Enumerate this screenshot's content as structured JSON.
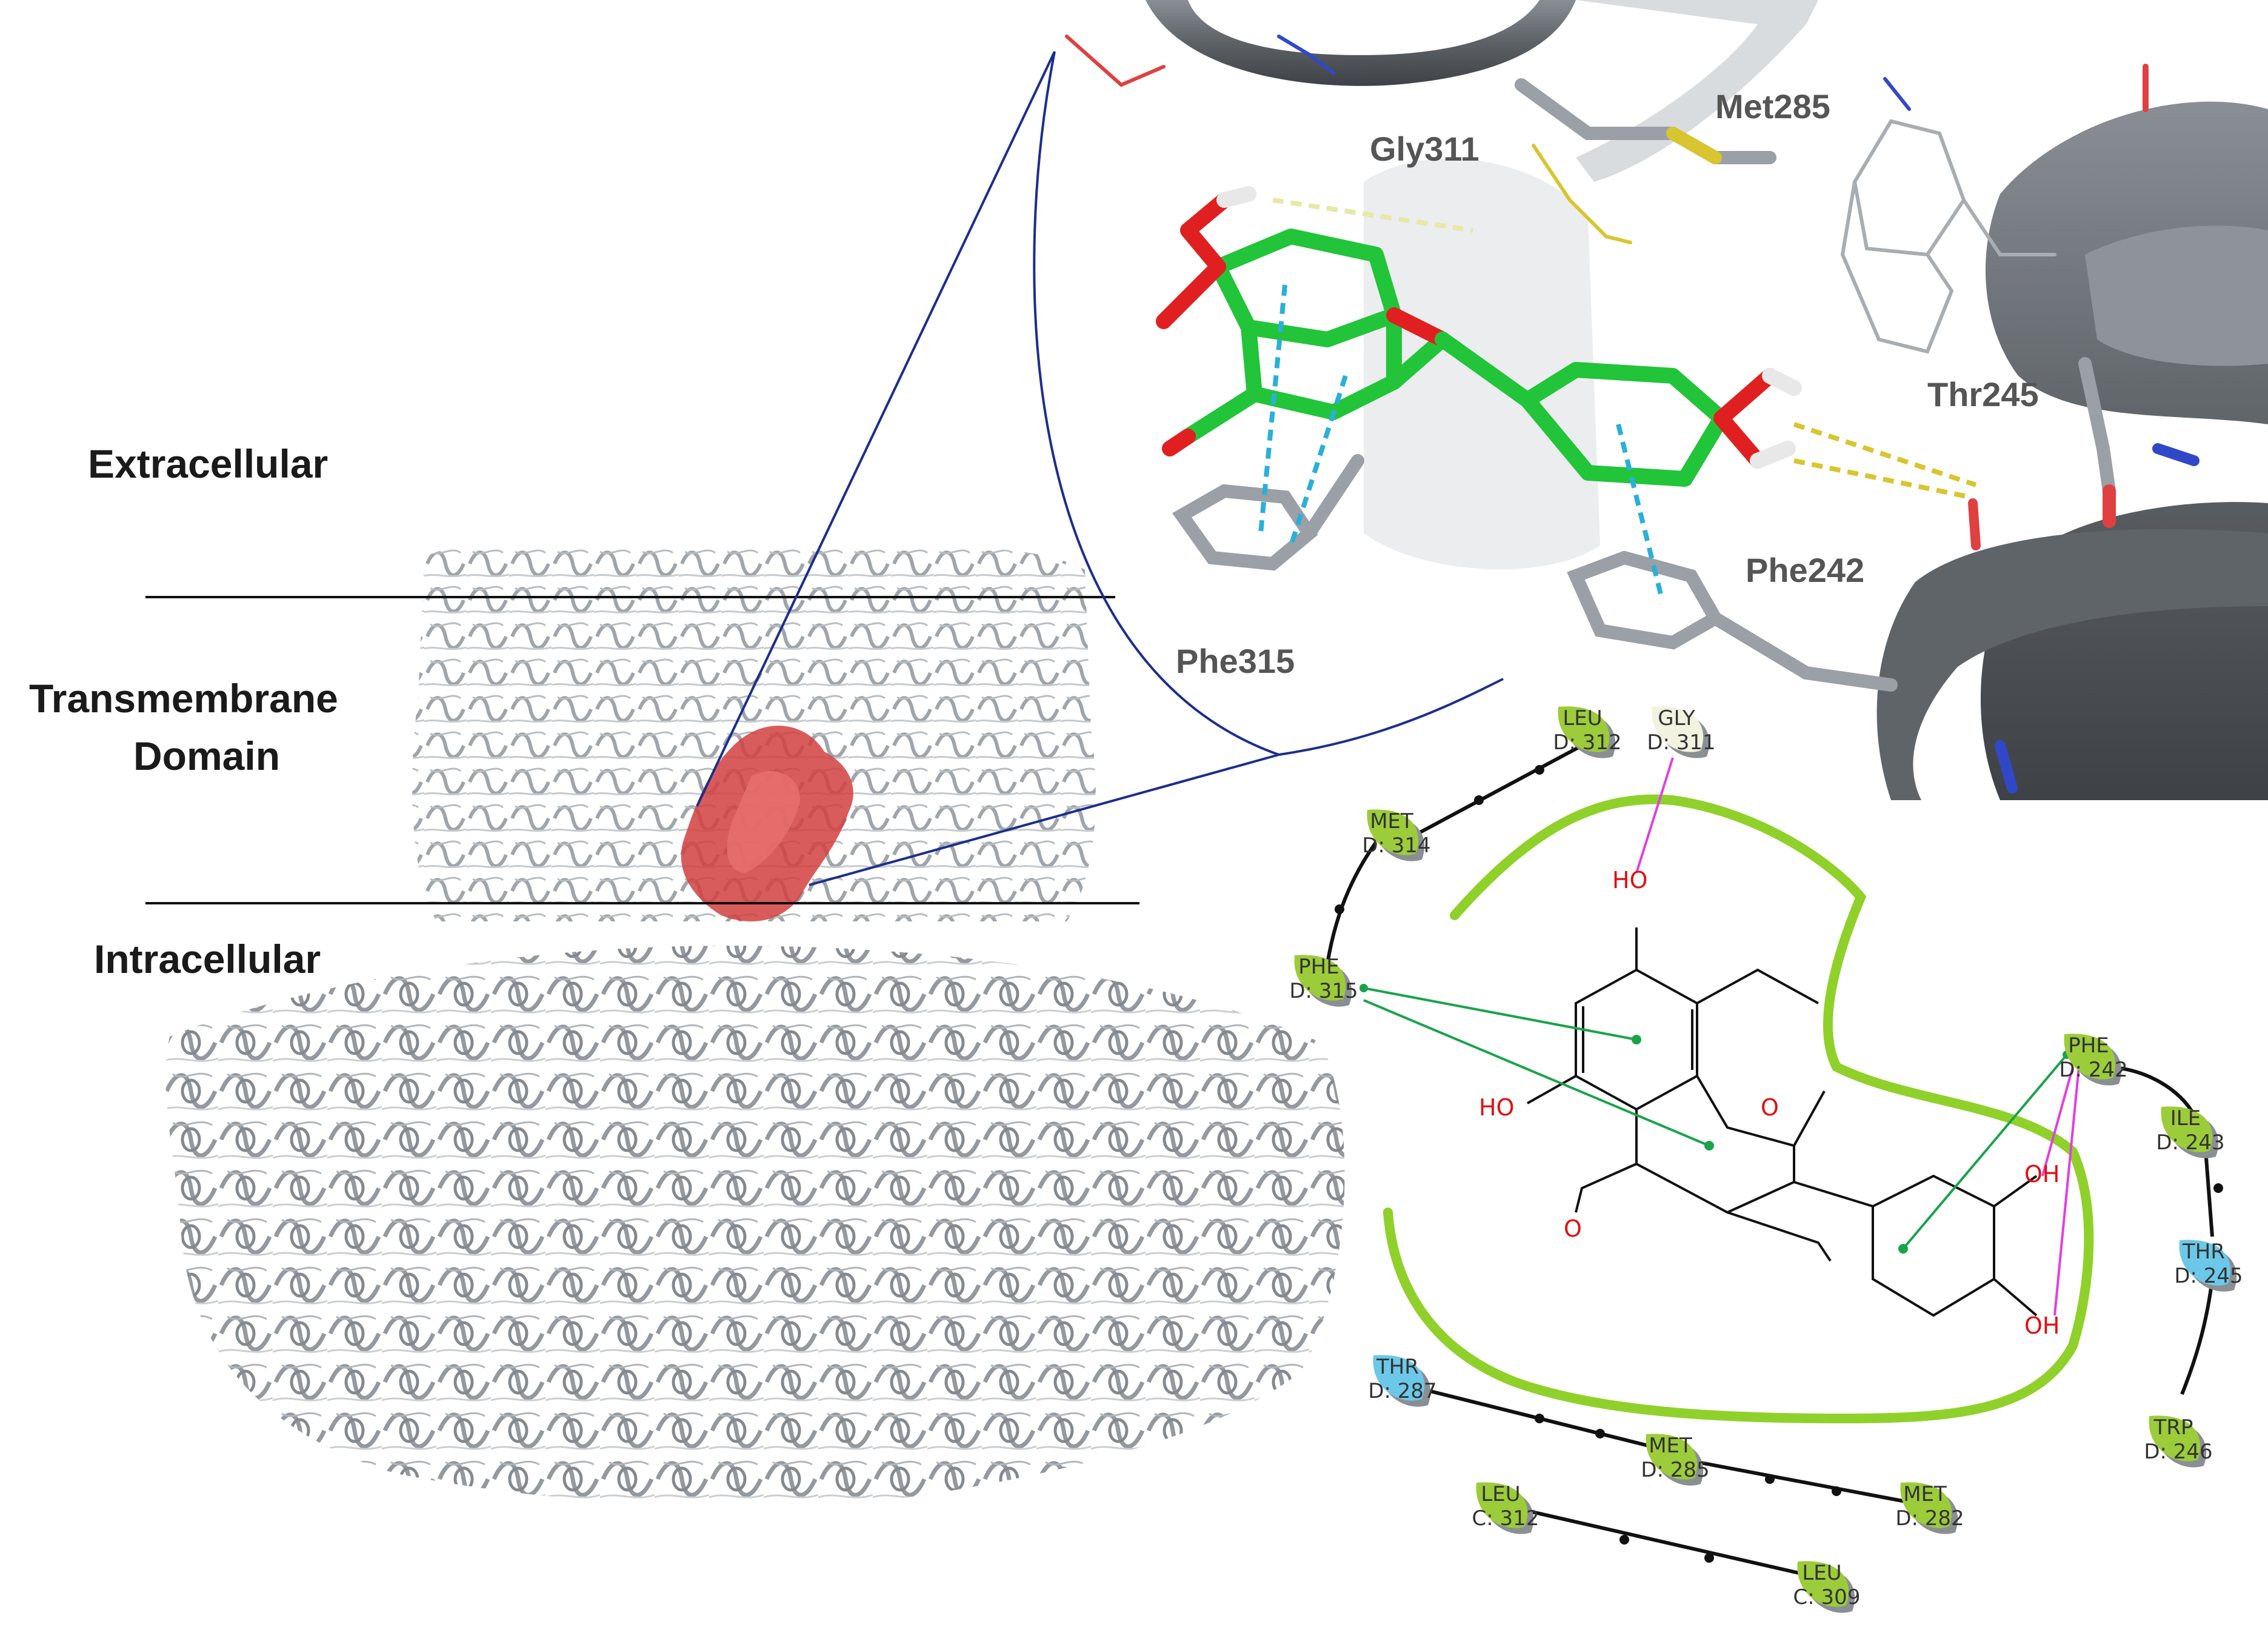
{
  "regions": {
    "extracellular": "Extracellular",
    "transmembrane_line1": "Transmembrane",
    "transmembrane_line2": "Domain",
    "intracellular": "Intracellular"
  },
  "residues_3d": {
    "gly311": "Gly311",
    "met285": "Met285",
    "thr245": "Thr245",
    "phe242": "Phe242",
    "phe315": "Phe315"
  },
  "interaction_nodes": [
    {
      "id": "leu312d",
      "name": "LEU",
      "chain": "D: 312",
      "kind": "hydrophobic"
    },
    {
      "id": "gly311d",
      "name": "GLY",
      "chain": "D: 311",
      "kind": "glycine"
    },
    {
      "id": "met314d",
      "name": "MET",
      "chain": "D: 314",
      "kind": "hydrophobic"
    },
    {
      "id": "phe315d",
      "name": "PHE",
      "chain": "D: 315",
      "kind": "hydrophobic"
    },
    {
      "id": "phe242d",
      "name": "PHE",
      "chain": "D: 242",
      "kind": "hydrophobic"
    },
    {
      "id": "ile243d",
      "name": "ILE",
      "chain": "D: 243",
      "kind": "hydrophobic"
    },
    {
      "id": "thr245d",
      "name": "THR",
      "chain": "D: 245",
      "kind": "polar"
    },
    {
      "id": "trp246d",
      "name": "TRP",
      "chain": "D: 246",
      "kind": "hydrophobic"
    },
    {
      "id": "thr287d",
      "name": "THR",
      "chain": "D: 287",
      "kind": "polar"
    },
    {
      "id": "met285d",
      "name": "MET",
      "chain": "D: 285",
      "kind": "hydrophobic"
    },
    {
      "id": "met282d",
      "name": "MET",
      "chain": "D: 282",
      "kind": "hydrophobic"
    },
    {
      "id": "leu312c",
      "name": "LEU",
      "chain": "C: 312",
      "kind": "hydrophobic"
    },
    {
      "id": "leu309c",
      "name": "LEU",
      "chain": "C: 309",
      "kind": "hydrophobic"
    }
  ],
  "ligand_atoms": {
    "ho_top": "HO",
    "ho_left": "HO",
    "ring_o": "O",
    "carbonyl_o": "O",
    "oh_upper": "OH",
    "oh_lower": "OH"
  },
  "colors": {
    "hydrophobic": "#9ccc3a",
    "polar": "#6cc8e8",
    "glycine": "#f2f2e0",
    "pocket": "#8fd12a",
    "hbond": "#e040e0",
    "pipi": "#1aa34a",
    "ligand_3d": "#22c43a",
    "oxygen": "#e02020",
    "protein": "#a8aeb4",
    "tm_surface": "#d24040"
  }
}
